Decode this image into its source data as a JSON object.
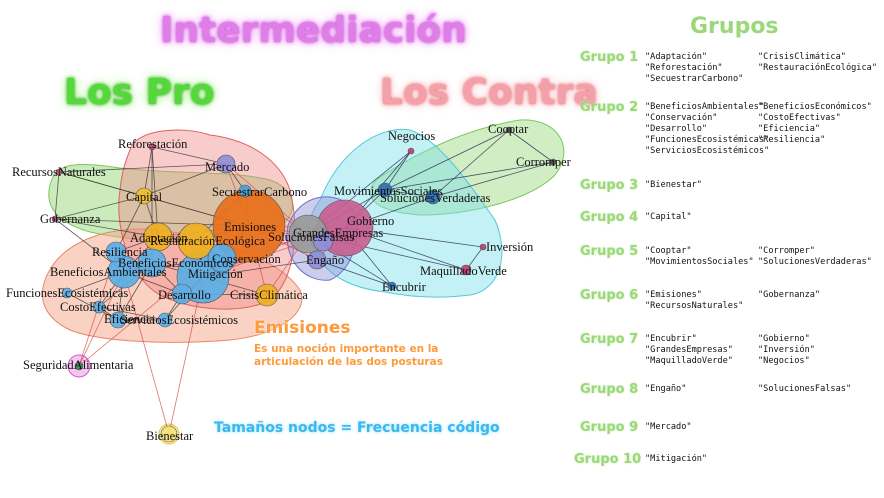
{
  "titles": {
    "intermediacion": "Intermediación",
    "pro": "Los Pro",
    "contra": "Los Contra"
  },
  "colors": {
    "orange": "#e8701a",
    "blue": "#5aaee6",
    "yellow": "#f0b020",
    "pink": "#c86090",
    "gray": "#9a9a9a",
    "green_hull": "#9ad87a",
    "cyan_hull": "#7de0ec",
    "salmon_hull": "#f6a58a",
    "red_hull": "#f08080"
  },
  "graph": {
    "nodes": [
      {
        "id": "Reforestacion",
        "label": "Reforestación",
        "color": "#c04070",
        "size": 3
      },
      {
        "id": "RecursosNaturales",
        "label": "RecursosNaturales",
        "color": "#c04070",
        "size": 3
      },
      {
        "id": "Mercado",
        "label": "Mercado",
        "color": "#8f8fd8",
        "size": 9
      },
      {
        "id": "SecuestrarCarbono",
        "label": "SecuestrarCarbono",
        "color": "#4aa0dd",
        "size": 6
      },
      {
        "id": "Capital",
        "label": "Capital",
        "color": "#f0c030",
        "size": 8
      },
      {
        "id": "Gobernanza",
        "label": "Gobernanza",
        "color": "#c04070",
        "size": 3
      },
      {
        "id": "Emisiones",
        "label": "Emisiones",
        "color": "#e8701a",
        "size": 36
      },
      {
        "id": "Adaptacion",
        "label": "Adaptación",
        "color": "#f0b020",
        "size": 14
      },
      {
        "id": "RestauracionEcologica",
        "label": "RestauraciónEcológica",
        "color": "#f0b020",
        "size": 18
      },
      {
        "id": "Resiliencia",
        "label": "Resiliencia",
        "color": "#5aaee6",
        "size": 10
      },
      {
        "id": "BeneficiosEconomicos",
        "label": "BeneficiosEconómicos",
        "color": "#5aaee6",
        "size": 14
      },
      {
        "id": "BeneficiosAmbientales",
        "label": "BeneficiosAmbientales",
        "color": "#5aaee6",
        "size": 16
      },
      {
        "id": "Conservacion",
        "label": "Conservación",
        "color": "#5aaee6",
        "size": 14
      },
      {
        "id": "Mitigacion",
        "label": "Mitigación",
        "color": "#5aaee6",
        "size": 26
      },
      {
        "id": "FuncionesEcosistemicas",
        "label": "FuncionesEcosistémicas",
        "color": "#5aaee6",
        "size": 5
      },
      {
        "id": "CostoEfectivas",
        "label": "CostoEfectivas",
        "color": "#5aaee6",
        "size": 6
      },
      {
        "id": "Desarrollo",
        "label": "Desarrollo",
        "color": "#5aaee6",
        "size": 10
      },
      {
        "id": "Eficiencia",
        "label": "Eficiencia",
        "color": "#5aaee6",
        "size": 8
      },
      {
        "id": "ServiciosEcosistemicos",
        "label": "ServiciosEcosistémicos",
        "color": "#5aaee6",
        "size": 7
      },
      {
        "id": "CrisisClimatica",
        "label": "CrisisClimática",
        "color": "#f0b020",
        "size": 11
      },
      {
        "id": "SeguridadAlimentaria",
        "label": "SeguridadAlimentaria",
        "color": "#2e8b57",
        "size": 4
      },
      {
        "id": "Bienestar",
        "label": "Bienestar",
        "color": "#f5e27a",
        "size": 8
      },
      {
        "id": "Negocios",
        "label": "Negocios",
        "color": "#c04070",
        "size": 3
      },
      {
        "id": "Cooptar",
        "label": "Cooptar",
        "color": "#555555",
        "size": 3
      },
      {
        "id": "Corromper",
        "label": "Corromper",
        "color": "#555555",
        "size": 3
      },
      {
        "id": "MovimientosSociales",
        "label": "MovimientosSociales",
        "color": "#2e6fb0",
        "size": 7
      },
      {
        "id": "SolucionesVerdaderas",
        "label": "SolucionesVerdaderas",
        "color": "#2e6fb0",
        "size": 7
      },
      {
        "id": "Gobierno",
        "label": "Gobierno",
        "color": "#c86090",
        "size": 28
      },
      {
        "id": "GrandesEmpresas",
        "label": "GrandesEmpresas",
        "color": "#9a9a9a",
        "size": 19
      },
      {
        "id": "SolucionesFalsas",
        "label": "SolucionesFalsas",
        "color": "#8f8fd8",
        "size": 10
      },
      {
        "id": "Engano",
        "label": "Engaño",
        "color": "#8f8fd8",
        "size": 9
      },
      {
        "id": "Inversion",
        "label": "Inversión",
        "color": "#c04070",
        "size": 3
      },
      {
        "id": "MaquilladoVerde",
        "label": "MaquilladoVerde",
        "color": "#c04070",
        "size": 5
      },
      {
        "id": "Encubrir",
        "label": "Encubrir",
        "color": "#2e6fb0",
        "size": 4
      }
    ],
    "edges": [
      [
        "Emisiones",
        "Gobierno"
      ],
      [
        "Emisiones",
        "GrandesEmpresas"
      ],
      [
        "Emisiones",
        "SolucionesFalsas"
      ],
      [
        "Emisiones",
        "Mitigacion"
      ],
      [
        "Emisiones",
        "Conservacion"
      ],
      [
        "Emisiones",
        "RestauracionEcologica"
      ],
      [
        "Emisiones",
        "CrisisClimatica"
      ],
      [
        "Emisiones",
        "SecuestrarCarbono"
      ],
      [
        "Emisiones",
        "Mercado"
      ],
      [
        "Emisiones",
        "Capital"
      ],
      [
        "Emisiones",
        "Adaptacion"
      ],
      [
        "Emisiones",
        "Engano"
      ],
      [
        "Mitigacion",
        "Gobierno"
      ],
      [
        "Mitigacion",
        "GrandesEmpresas"
      ],
      [
        "Mitigacion",
        "Engano"
      ],
      [
        "Mitigacion",
        "Desarrollo"
      ],
      [
        "Mitigacion",
        "Conservacion"
      ],
      [
        "Mitigacion",
        "BeneficiosEconomicos"
      ],
      [
        "Mitigacion",
        "CrisisClimatica"
      ],
      [
        "Mitigacion",
        "ServiciosEcosistemicos"
      ],
      [
        "BeneficiosAmbientales",
        "BeneficiosEconomicos"
      ],
      [
        "BeneficiosAmbientales",
        "Conservacion"
      ],
      [
        "BeneficiosAmbientales",
        "Resiliencia"
      ],
      [
        "BeneficiosAmbientales",
        "FuncionesEcosistemicas"
      ],
      [
        "BeneficiosAmbientales",
        "CostoEfectivas"
      ],
      [
        "BeneficiosAmbientales",
        "Eficiencia"
      ],
      [
        "BeneficiosAmbientales",
        "Desarrollo"
      ],
      [
        "BeneficiosAmbientales",
        "Adaptacion"
      ],
      [
        "BeneficiosEconomicos",
        "CostoEfectivas"
      ],
      [
        "BeneficiosEconomicos",
        "Eficiencia"
      ],
      [
        "ServiciosEcosistemicos",
        "Eficiencia"
      ],
      [
        "ServiciosEcosistemicos",
        "CostoEfectivas"
      ],
      [
        "ServiciosEcosistemicos",
        "Desarrollo"
      ],
      [
        "FuncionesEcosistemicas",
        "Eficiencia"
      ],
      [
        "Resiliencia",
        "Adaptacion"
      ],
      [
        "Resiliencia",
        "Capital"
      ],
      [
        "Capital",
        "RecursosNaturales"
      ],
      [
        "Capital",
        "Gobernanza"
      ],
      [
        "Capital",
        "Reforestacion"
      ],
      [
        "Capital",
        "Mercado"
      ],
      [
        "Capital",
        "Adaptacion"
      ],
      [
        "RecursosNaturales",
        "Gobernanza"
      ],
      [
        "RecursosNaturales",
        "Emisiones"
      ],
      [
        "RecursosNaturales",
        "Mercado"
      ],
      [
        "Gobernanza",
        "BeneficiosAmbientales"
      ],
      [
        "Gobernanza",
        "Emisiones"
      ],
      [
        "Gobernanza",
        "Adaptacion"
      ],
      [
        "Reforestacion",
        "Mercado"
      ],
      [
        "Reforestacion",
        "Adaptacion"
      ],
      [
        "Reforestacion",
        "BeneficiosEconomicos"
      ],
      [
        "Mercado",
        "SecuestrarCarbono"
      ],
      [
        "Mercado",
        "GrandesEmpresas"
      ],
      [
        "SecuestrarCarbono",
        "GrandesEmpresas"
      ],
      [
        "SecuestrarCarbono",
        "RestauracionEcologica"
      ],
      [
        "SeguridadAlimentaria",
        "BeneficiosAmbientales"
      ],
      [
        "SeguridadAlimentaria",
        "Resiliencia"
      ],
      [
        "SeguridadAlimentaria",
        "Emisiones"
      ],
      [
        "Bienestar",
        "BeneficiosAmbientales"
      ],
      [
        "Bienestar",
        "Mitigacion"
      ],
      [
        "Gobierno",
        "GrandesEmpresas"
      ],
      [
        "Gobierno",
        "SolucionesFalsas"
      ],
      [
        "Gobierno",
        "Engano"
      ],
      [
        "Gobierno",
        "Negocios"
      ],
      [
        "Gobierno",
        "MovimientosSociales"
      ],
      [
        "Gobierno",
        "SolucionesVerdaderas"
      ],
      [
        "Gobierno",
        "Inversion"
      ],
      [
        "Gobierno",
        "MaquilladoVerde"
      ],
      [
        "Gobierno",
        "Encubrir"
      ],
      [
        "GrandesEmpresas",
        "Negocios"
      ],
      [
        "GrandesEmpresas",
        "Encubrir"
      ],
      [
        "GrandesEmpresas",
        "MaquilladoVerde"
      ],
      [
        "GrandesEmpresas",
        "Engano"
      ],
      [
        "GrandesEmpresas",
        "MovimientosSociales"
      ],
      [
        "MovimientosSociales",
        "SolucionesVerdaderas"
      ],
      [
        "MovimientosSociales",
        "Cooptar"
      ],
      [
        "MovimientosSociales",
        "Corromper"
      ],
      [
        "SolucionesVerdaderas",
        "Cooptar"
      ],
      [
        "SolucionesVerdaderas",
        "Corromper"
      ],
      [
        "Cooptar",
        "Corromper"
      ],
      [
        "Negocios",
        "MovimientosSociales"
      ],
      [
        "Inversion",
        "MaquilladoVerde"
      ],
      [
        "Encubrir",
        "Engano"
      ],
      [
        "CrisisClimatica",
        "GrandesEmpresas"
      ],
      [
        "Conservacion",
        "Gobierno"
      ],
      [
        "Desarrollo",
        "CrisisClimatica"
      ],
      [
        "Adaptacion",
        "RestauracionEcologica"
      ],
      [
        "RestauracionEcologica",
        "Conservacion"
      ],
      [
        "BeneficiosEconomicos",
        "Desarrollo"
      ],
      [
        "Eficiencia",
        "CostoEfectivas"
      ]
    ]
  },
  "emisiones_note": {
    "title": "Emisiones",
    "text": "Es una noción importante en la articulación de las dos posturas"
  },
  "sizes_note": "Tamaños  nodos  =  Frecuencia código",
  "groups_panel": {
    "title": "Grupos",
    "groups": [
      {
        "label": "Grupo 1",
        "codes": [
          "\"Adaptación\"",
          "\"CrisisClimática\"",
          "\"Reforestación\"",
          "\"RestauraciónEcológica\"",
          "\"SecuestrarCarbono\""
        ]
      },
      {
        "label": "Grupo 2",
        "codes": [
          "\"BeneficiosAmbientales\"",
          "\"BeneficiosEconómicos\"",
          "\"Conservación\"",
          "\"CostoEfectivas\"",
          "\"Desarrollo\"",
          "\"Eficiencia\"",
          "\"FuncionesEcosistémicas\"",
          "\"Resiliencia\"",
          "\"ServiciosEcosistémicos\""
        ]
      },
      {
        "label": "Grupo 3",
        "codes": [
          "\"Bienestar\""
        ]
      },
      {
        "label": "Grupo 4",
        "codes": [
          "\"Capital\""
        ]
      },
      {
        "label": "Grupo 5",
        "codes": [
          "\"Cooptar\"",
          "\"Corromper\"",
          "\"MovimientosSociales\"",
          "\"SolucionesVerdaderas\""
        ]
      },
      {
        "label": "Grupo 6",
        "codes": [
          "\"Emisiones\"",
          "\"Gobernanza\"",
          "\"RecursosNaturales\""
        ]
      },
      {
        "label": "Grupo 7",
        "codes": [
          "\"Encubrir\"",
          "\"Gobierno\"",
          "\"GrandesEmpresas\"",
          "\"Inversión\"",
          "\"MaquilladoVerde\"",
          "\"Negocios\""
        ]
      },
      {
        "label": "Grupo 8",
        "codes": [
          "\"Engaño\"",
          "\"SolucionesFalsas\""
        ]
      },
      {
        "label": "Grupo 9",
        "codes": [
          "\"Mercado\""
        ]
      },
      {
        "label": "Grupo 10",
        "codes": [
          "\"Mitigación\""
        ]
      }
    ]
  }
}
